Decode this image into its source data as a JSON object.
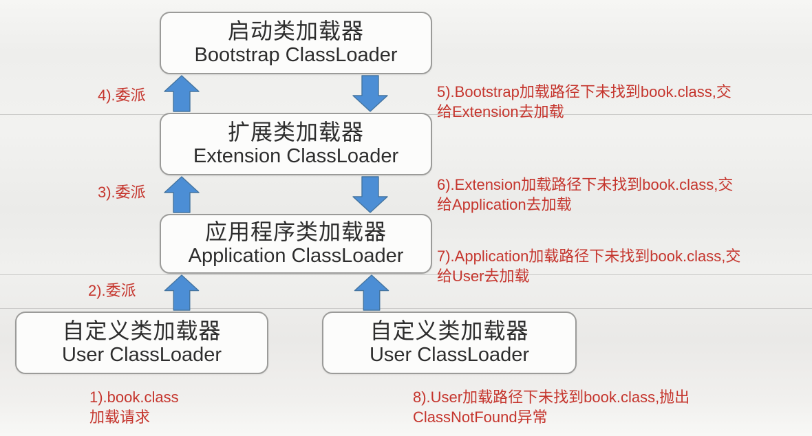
{
  "diagram": {
    "title_semantic": "Java ClassLoader parent-delegation flow",
    "nodes": [
      {
        "id": "bootstrap",
        "zh": "启动类加载器",
        "en": "Bootstrap ClassLoader"
      },
      {
        "id": "extension",
        "zh": "扩展类加载器",
        "en": "Extension ClassLoader"
      },
      {
        "id": "application",
        "zh": "应用程序类加载器",
        "en": "Application ClassLoader"
      },
      {
        "id": "user-left",
        "zh": "自定义类加载器",
        "en": "User ClassLoader"
      },
      {
        "id": "user-right",
        "zh": "自定义类加载器",
        "en": "User ClassLoader"
      }
    ],
    "annotations": {
      "step1": "1).book.class\n加载请求",
      "step2": "2).委派",
      "step3": "3).委派",
      "step4": "4).委派",
      "step5": "5).Bootstrap加载路径下未找到book.class,交\n给Extension去加载",
      "step6": "6).Extension加载路径下未找到book.class,交\n给Application去加载",
      "step7": "7).Application加载路径下未找到book.class,交\n给User去加载",
      "step8": "8).User加载路径下未找到book.class,抛出\nClassNotFound异常"
    },
    "colors": {
      "arrow_blue": "#4c8ed5",
      "arrow_outline": "#44749f",
      "annotation_red": "#c5352d",
      "box_fill": "#fcfcfb",
      "box_border": "#9b9b99",
      "text_dark": "#2d2d2d"
    }
  }
}
